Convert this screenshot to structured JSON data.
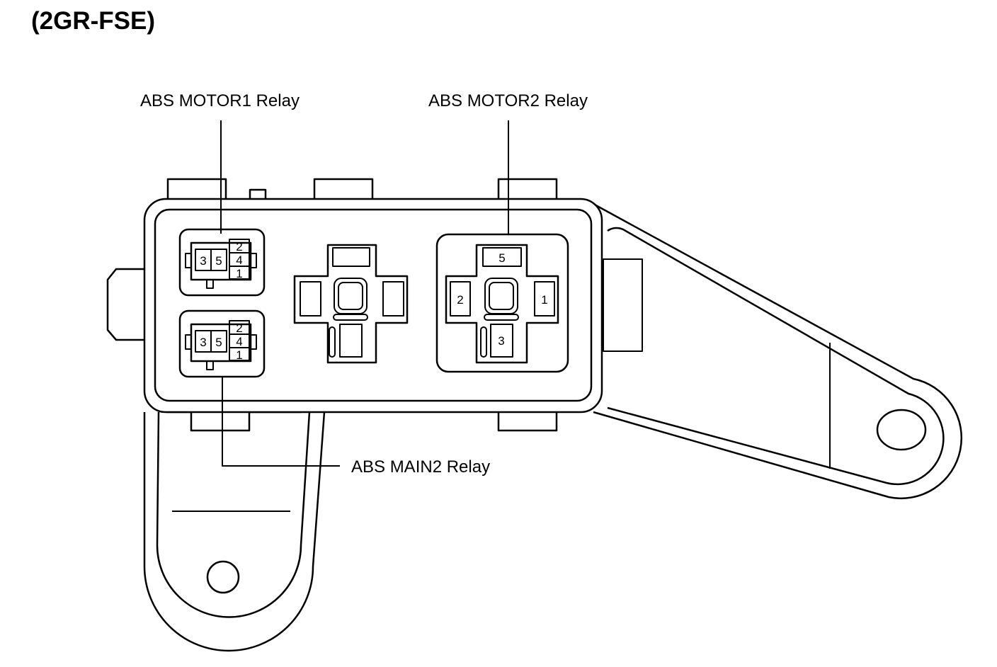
{
  "title": "(2GR-FSE)",
  "labels": {
    "motor1": "ABS MOTOR1 Relay",
    "motor2": "ABS MOTOR2 Relay",
    "main2": "ABS MAIN2 Relay"
  },
  "small_relay_terminals": [
    "3",
    "5",
    "2",
    "4",
    "1"
  ],
  "large_relay_terminals": [
    "5",
    "2",
    "1",
    "3"
  ],
  "colors": {
    "line": "#000000",
    "background": "#ffffff"
  }
}
